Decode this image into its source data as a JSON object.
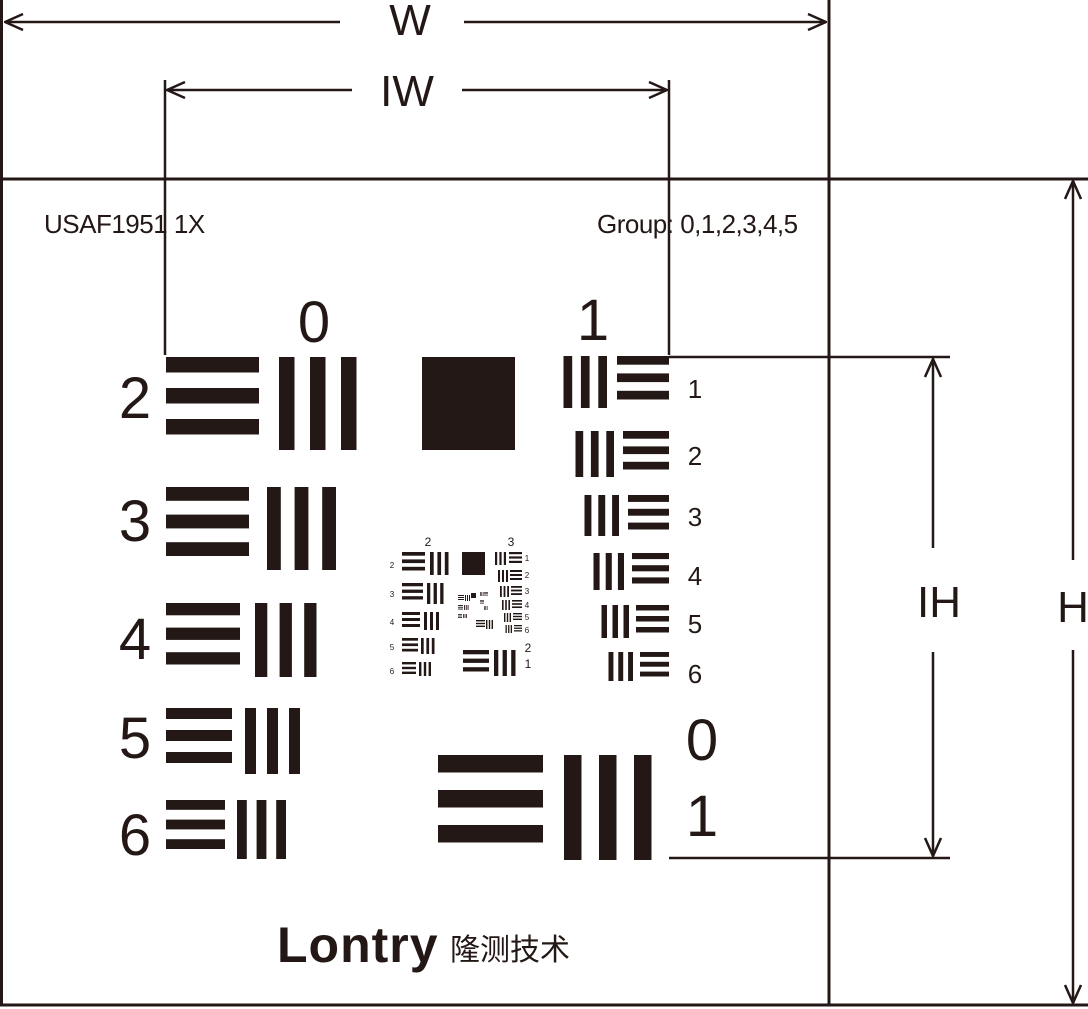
{
  "dimensions": {
    "W": "W",
    "IW": "IW",
    "H": "H",
    "IH": "IH"
  },
  "target": {
    "name": "USAF1951 1X",
    "groups": "Group: 0,1,2,3,4,5",
    "group_labels": [
      "0",
      "1"
    ],
    "left_element_labels": [
      "2",
      "3",
      "4",
      "5",
      "6"
    ],
    "right_element_labels": [
      "1",
      "2",
      "3",
      "4",
      "5",
      "6"
    ],
    "bottom_group_labels": [
      "0",
      "1"
    ],
    "inner_group_labels": [
      "2",
      "3"
    ],
    "inner_left_element_labels": [
      "2",
      "3",
      "4",
      "5",
      "6"
    ],
    "inner_right_element_labels": [
      "1",
      "2",
      "3",
      "4",
      "5",
      "6"
    ],
    "inner_bottom_labels": [
      "2",
      "1"
    ]
  },
  "brand": {
    "name": "Lontry",
    "chinese": "隆测技术"
  },
  "colors": {
    "ink": "#231815",
    "background": "#ffffff"
  }
}
